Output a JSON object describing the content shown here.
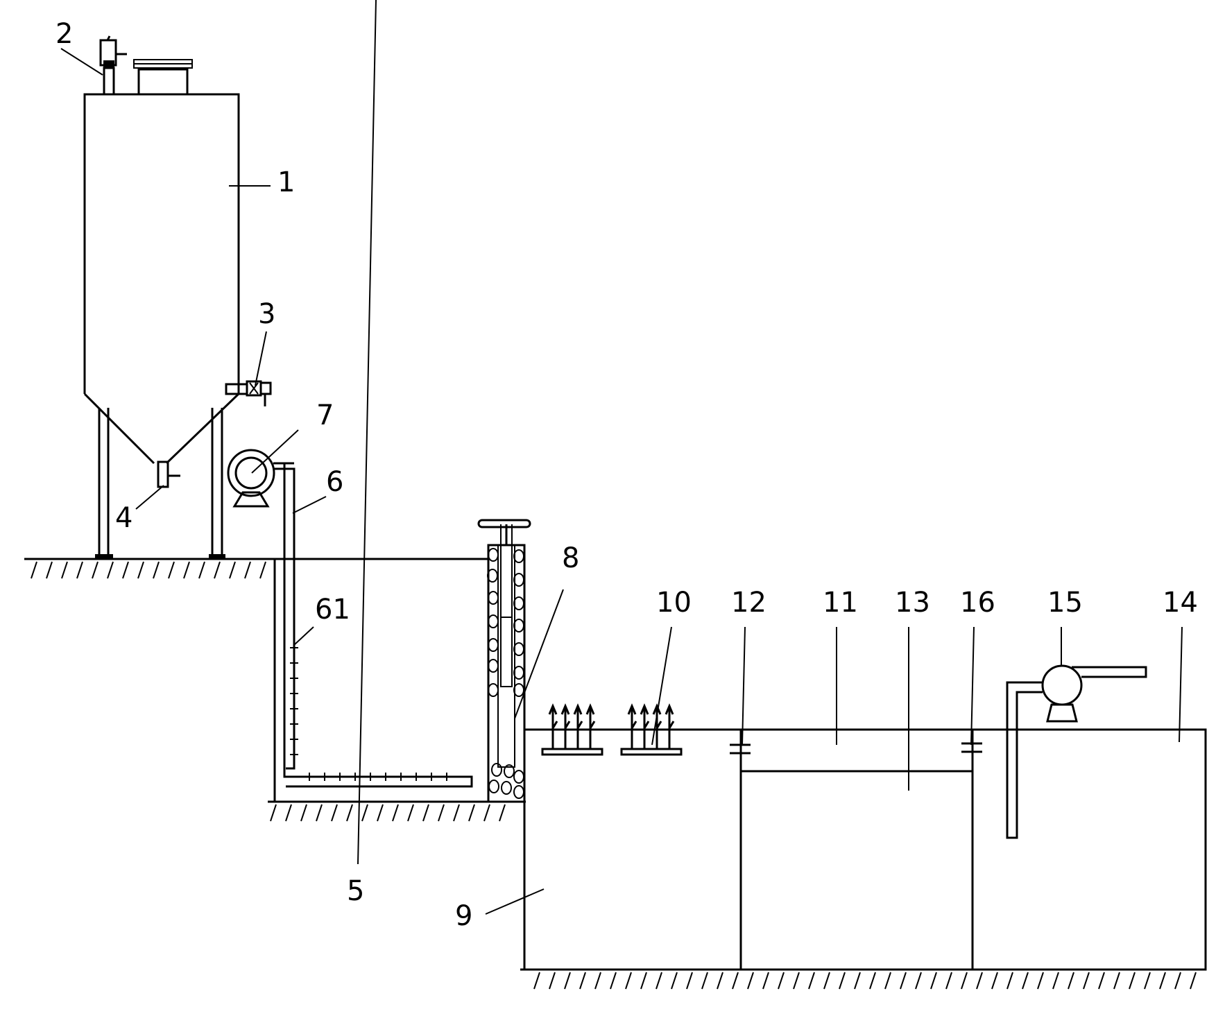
{
  "labels": {
    "tank": "1",
    "vent_valve": "2",
    "side_valve": "3",
    "bottom_valve": "4",
    "sedimentation_pool": "5",
    "pipe": "6",
    "pump_left": "7",
    "filter_column": "8",
    "wetland_pool": "9",
    "plants": "10",
    "filter_bed_zone": "11",
    "left_partition": "12",
    "hex_filler": "13",
    "clear_water_pool": "14",
    "pump_right": "15",
    "right_partition": "16",
    "perforated_pipe": "61"
  },
  "colors": {
    "line": "#000000",
    "background": "#ffffff"
  }
}
